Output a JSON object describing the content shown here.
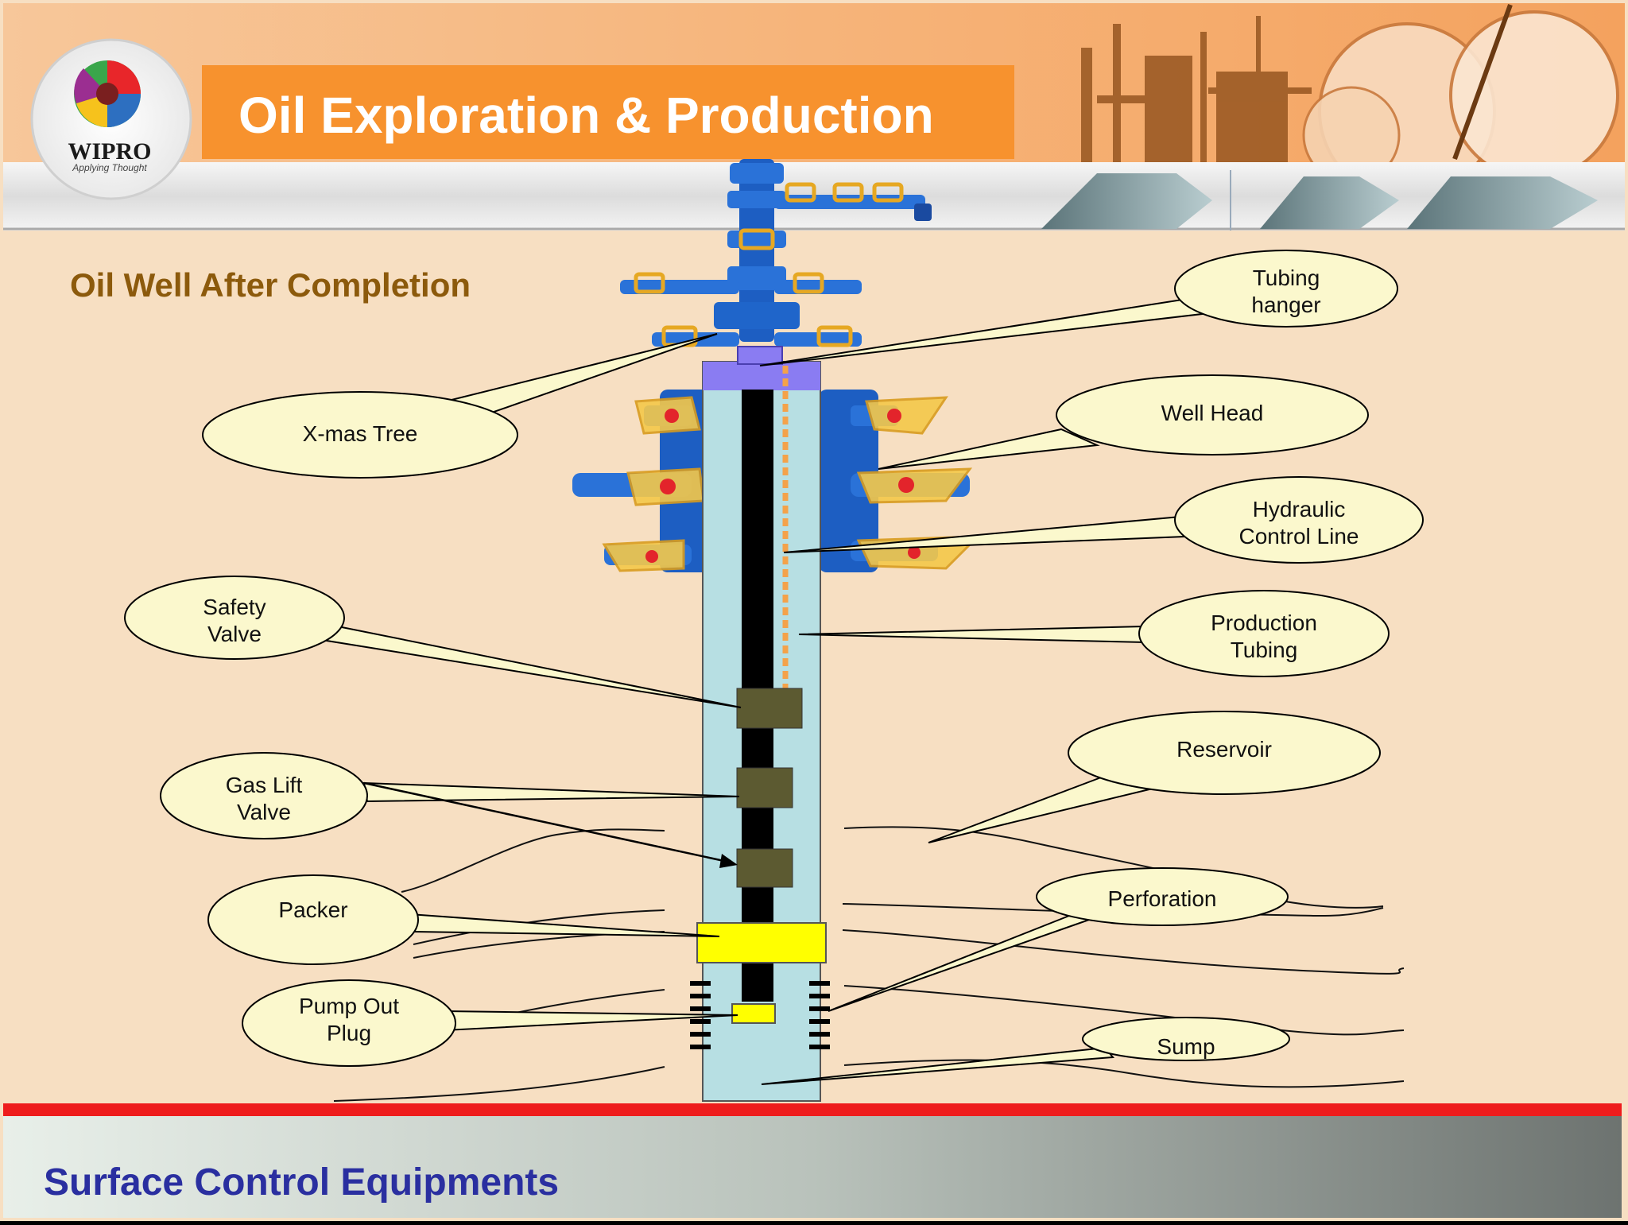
{
  "header": {
    "title": "Oil Exploration & Production",
    "logo_text": "WIPRO",
    "logo_tagline": "Applying Thought"
  },
  "diagram": {
    "title": "Oil Well After Completion",
    "callouts": {
      "tubing_hanger": [
        "Tubing",
        "hanger"
      ],
      "xmas_tree": [
        "X-mas Tree"
      ],
      "well_head": [
        "Well Head"
      ],
      "hydraulic_control_line": [
        "Hydraulic",
        "Control Line"
      ],
      "safety_valve": [
        "Safety",
        "Valve"
      ],
      "production_tubing": [
        "Production",
        "Tubing"
      ],
      "reservoir": [
        "Reservoir"
      ],
      "gas_lift_valve": [
        "Gas Lift",
        "Valve"
      ],
      "packer": [
        "Packer"
      ],
      "perforation": [
        "Perforation"
      ],
      "pump_out_plug": [
        "Pump Out",
        "Plug"
      ],
      "sump": [
        "Sump"
      ]
    }
  },
  "footer": {
    "title": "Surface Control Equipments"
  },
  "colors": {
    "background": "#f7dfc2",
    "banner_orange": "#f7922e",
    "callout_fill": "#fbf8cd",
    "casing": "#b7dfe3",
    "packer": "#ffff00",
    "valve": "#5c5a31",
    "hanger": "#8a7cf2",
    "control_line": "#f4a24a",
    "footer_bar": "#ee1c1c",
    "heading_text": "#8c5a0c",
    "footer_text": "#2a2fa0"
  }
}
